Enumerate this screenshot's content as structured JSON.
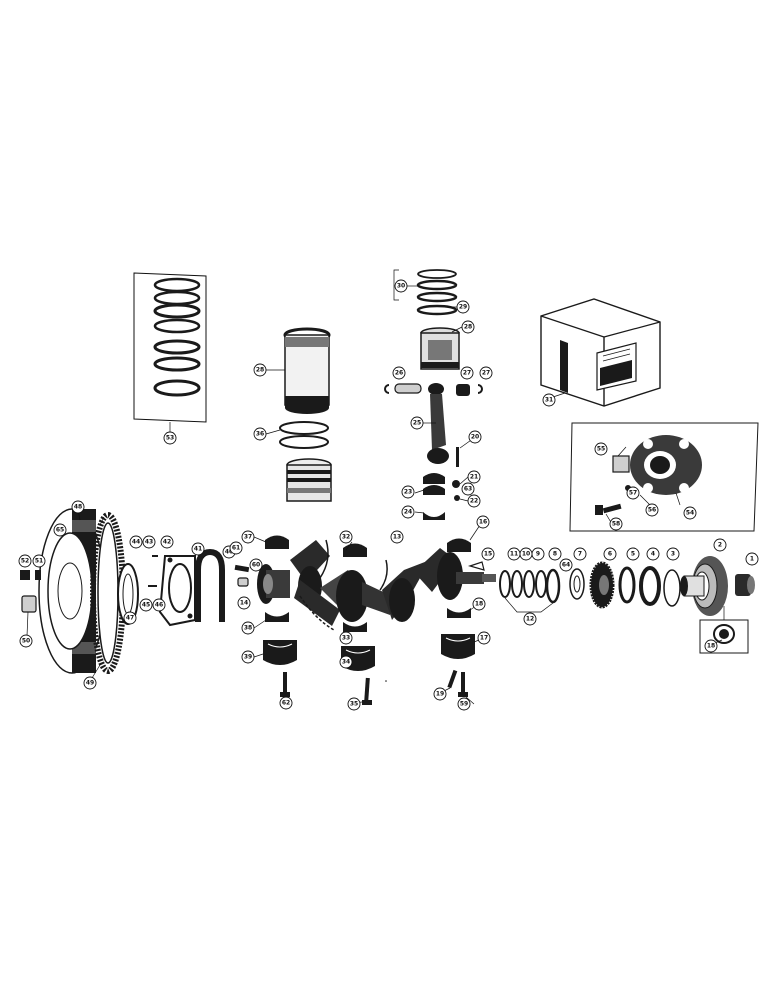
{
  "callouts": [
    {
      "id": "c1",
      "label": "1"
    },
    {
      "id": "c2",
      "label": "2"
    },
    {
      "id": "c3",
      "label": "3"
    },
    {
      "id": "c4",
      "label": "4"
    },
    {
      "id": "c5",
      "label": "5"
    },
    {
      "id": "c6",
      "label": "6"
    },
    {
      "id": "c7",
      "label": "7"
    },
    {
      "id": "c8",
      "label": "8"
    },
    {
      "id": "c9",
      "label": "9"
    },
    {
      "id": "c10",
      "label": "10"
    },
    {
      "id": "c11",
      "label": "11"
    },
    {
      "id": "c12",
      "label": "12"
    },
    {
      "id": "c13",
      "label": "13"
    },
    {
      "id": "c14",
      "label": "14"
    },
    {
      "id": "c15",
      "label": "15"
    },
    {
      "id": "c16",
      "label": "16"
    },
    {
      "id": "c17",
      "label": "17"
    },
    {
      "id": "c18",
      "label": "18"
    },
    {
      "id": "c18b",
      "label": "18"
    },
    {
      "id": "c19",
      "label": "19"
    },
    {
      "id": "c20",
      "label": "20"
    },
    {
      "id": "c21",
      "label": "21"
    },
    {
      "id": "c22",
      "label": "22"
    },
    {
      "id": "c23",
      "label": "23"
    },
    {
      "id": "c24",
      "label": "24"
    },
    {
      "id": "c25",
      "label": "25"
    },
    {
      "id": "c26",
      "label": "26"
    },
    {
      "id": "c27",
      "label": "27"
    },
    {
      "id": "c27b",
      "label": "27"
    },
    {
      "id": "c28",
      "label": "28"
    },
    {
      "id": "c28b",
      "label": "28"
    },
    {
      "id": "c29",
      "label": "29"
    },
    {
      "id": "c30",
      "label": "30"
    },
    {
      "id": "c31",
      "label": "31"
    },
    {
      "id": "c32",
      "label": "32"
    },
    {
      "id": "c33",
      "label": "33"
    },
    {
      "id": "c34",
      "label": "34"
    },
    {
      "id": "c35",
      "label": "35"
    },
    {
      "id": "c36",
      "label": "36"
    },
    {
      "id": "c37",
      "label": "37"
    },
    {
      "id": "c38",
      "label": "38"
    },
    {
      "id": "c39",
      "label": "39"
    },
    {
      "id": "c40",
      "label": "40"
    },
    {
      "id": "c41",
      "label": "41"
    },
    {
      "id": "c42",
      "label": "42"
    },
    {
      "id": "c43",
      "label": "43"
    },
    {
      "id": "c44",
      "label": "44"
    },
    {
      "id": "c45",
      "label": "45"
    },
    {
      "id": "c46",
      "label": "46"
    },
    {
      "id": "c47",
      "label": "47"
    },
    {
      "id": "c48",
      "label": "48"
    },
    {
      "id": "c49",
      "label": "49"
    },
    {
      "id": "c50",
      "label": "50"
    },
    {
      "id": "c51",
      "label": "51"
    },
    {
      "id": "c52",
      "label": "52"
    },
    {
      "id": "c53",
      "label": "53"
    },
    {
      "id": "c54",
      "label": "54"
    },
    {
      "id": "c55",
      "label": "55"
    },
    {
      "id": "c56",
      "label": "56"
    },
    {
      "id": "c57",
      "label": "57"
    },
    {
      "id": "c58",
      "label": "58"
    },
    {
      "id": "c59",
      "label": "59"
    },
    {
      "id": "c60",
      "label": "60"
    },
    {
      "id": "c61",
      "label": "61"
    },
    {
      "id": "c62",
      "label": "62"
    },
    {
      "id": "c63",
      "label": "63"
    },
    {
      "id": "c64",
      "label": "64"
    },
    {
      "id": "c65",
      "label": "65"
    }
  ],
  "colors": {
    "ink": "#1a1a1a",
    "paper": "#ffffff",
    "shade": "#777777"
  }
}
